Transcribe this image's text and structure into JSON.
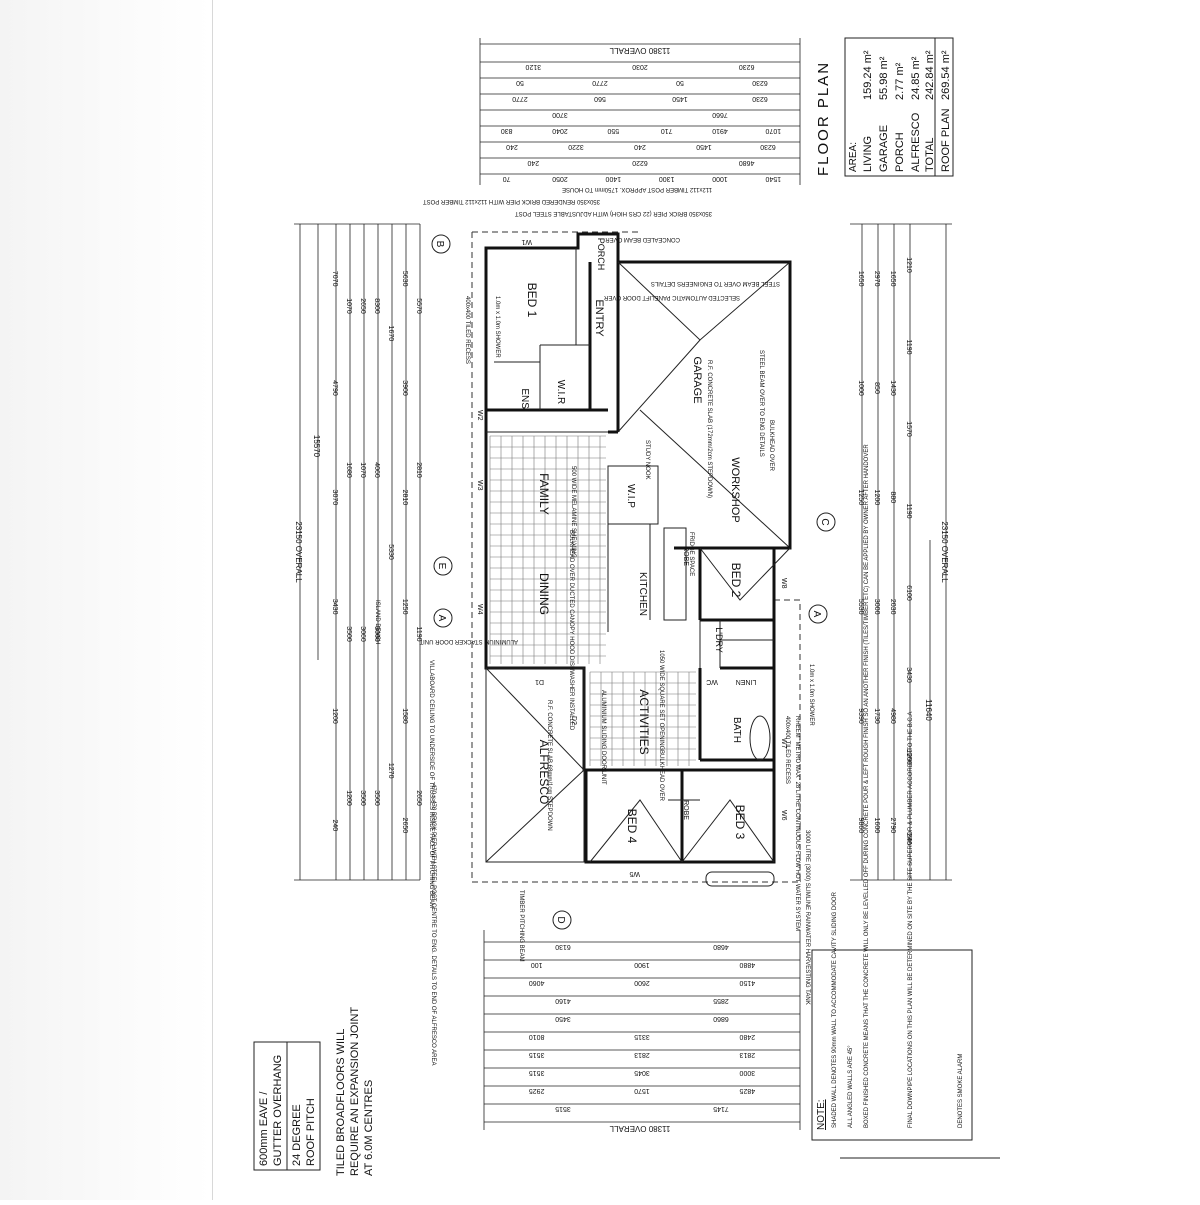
{
  "area_table": {
    "heading": "AREA:",
    "rows": [
      {
        "label": "LIVING",
        "value": "159.24 m²"
      },
      {
        "label": "GARAGE",
        "value": "55.98 m²"
      },
      {
        "label": "PORCH",
        "value": "2.77 m²"
      },
      {
        "label": "ALFRESCO",
        "value": "24.85 m²"
      },
      {
        "label": "TOTAL",
        "value": "242.84 m²"
      },
      {
        "label": "ROOF PLAN",
        "value": "269.54 m²"
      }
    ]
  },
  "plan_title": "FLOOR PLAN",
  "eave_note": {
    "line1": "600mm EAVE /",
    "line2": "GUTTER OVERHANG",
    "line3": "24 DEGREE",
    "line4": "ROOF PITCH"
  },
  "tile_note": {
    "line1": "TILED BROADFLOORS WILL",
    "line2": "REQUIRE AN EXPANSION JOINT",
    "line3": "AT 6.0M CENTRES"
  },
  "notes": {
    "heading": "NOTE:",
    "items": [
      "SHADED WALL DENOTES 90mm WALL TO ACCOMMODATE CAVITY SLIDING DOOR",
      "ALL ANGLED WALLS ARE 45°",
      "BOXED FINISHED CONCRETE MEANS THAT THE CONCRETE WILL ONLY BE LEVELLED OFF DURING CONCRETE POUR & LEFT ROUGH FINISH SO AN ANOTHER FINISH (TILES/TIMBER ETC) CAN BE APPLIED BY OWNER AFTER HANDOVER",
      "FINAL DOWNPIPE LOCATIONS ON THIS PLAN WILL BE DETERMINED ON SITE BY THE SITE SUPERVISOR & PLUMBER ACCORDING TO THE B.C.A",
      "DENOTES SMOKE ALARM"
    ]
  },
  "rooms": {
    "bed1": "BED 1",
    "entry": "ENTRY",
    "porch": "PORCH",
    "ens": "ENS.",
    "wir": "W.I.R",
    "garage": "GARAGE",
    "workshop": "WORKSHOP",
    "family": "FAMILY",
    "dining": "DINING",
    "kitchen": "KITCHEN",
    "wip": "W.I.P",
    "bed2": "BED 2",
    "ldry": "L'DRY",
    "activities": "ACTIVITIES",
    "bath": "BATH",
    "alfresco": "ALFRESCO",
    "bed4": "BED 4",
    "bed3": "BED 3",
    "robe": "ROBE",
    "linen": "LINEN",
    "wc": "WC"
  },
  "annotations": {
    "garage_slab": "R.F. CONCRETE SLAB (172mm/2cm STEPDOWN)",
    "alfresco_slab": "R.F. CONCRETE SLAB 68mm/1cm STEPDOWN",
    "steel_beam_top": "STEEL BEAM OVER TO ENGINEERS DETAILS",
    "steel_beam_garage": "STEEL BEAM OVER TO ENG DETAILS",
    "bulkhead_garage": "BULKHEAD OVER",
    "panelift": "SELECTED AUTOMATIC PANELIFT DOOR OVER",
    "concealed_beam": "CONCEALED BEAM OVER",
    "timber_post": "112x112 TIMBER POST APPROX. 1750mm TO HOUSE",
    "brick_pier_top": "350x350 BRICK PIER (22 CRS HIGH) WITH ADJUSTABLE STEEL POST",
    "rendered_pier": "350x350 RENDERED BRICK PIER WITH 112x112 TIMBER POST",
    "tiled_recess_top": "400x400 TILED RECESS",
    "shower_top": "1.0m x 1.0m SHOWER",
    "study_nook": "STUDY NOOK",
    "melamine_shelving": "500 WIDE MELAMINE SHELVING",
    "kitchen_appliances": "BULKHEAD OVER DUCTED CANOPY HOOD DISHWASHER INSTALLED",
    "fridge_space": "FRIDGE SPACE",
    "sliding_stacker": "ALUMINIUM STACKER DOOR UNIT",
    "island_bench": "ISLAND BENCH",
    "villaboard": "VILLABOARD CEILING TO UNDERSIDE OF TRUSSES INSIDE FACE OF PITCHING BEAM",
    "brick_pier_alfresco": "470 x 470 BRICK PIER WITH STEEL POST CENTRE TO ENG. DETAILS TO END OF ALFRESCO AREA",
    "sliding_door": "ALUMINIUM SLIDING DOOR UNIT",
    "bulkhead_activities": "BULKHEAD OVER",
    "hot_water": "RHEEM \"METRO MAX\" 28 LITRE CONTINUOUS FLOW HOT WATER SYSTEM",
    "tiled_recess_bath": "400x400 TILED RECESS",
    "shower_bath": "1.0m x 1.0m SHOWER",
    "water_tank": "3000 LITRE (3000) SLIMLINE RAINWATER HARVESTING TANK",
    "timber_pitching_beam": "TIMBER PITCHING BEAM",
    "wide_opening": "1050 WIDE SQUARE SET OPENING"
  },
  "grid_markers": [
    "A",
    "B",
    "C",
    "D",
    "E",
    "A"
  ],
  "windows": [
    "W1",
    "W2",
    "W3",
    "W4",
    "D1",
    "D2",
    "W5",
    "W6",
    "W7",
    "W8"
  ],
  "dimensions": {
    "top_overall": "11380 OVERALL",
    "bottom_overall": "11380 OVERALL",
    "left_overall": "23150 OVERALL",
    "right_overall": "23150 OVERALL",
    "left_sub": "15570",
    "right_sub": "11640",
    "top_rows": [
      [
        "6230",
        "2030",
        "3120"
      ],
      [
        "6230",
        "50",
        "2770",
        "50"
      ],
      [
        "6230",
        "1450",
        "560",
        "2770"
      ],
      [
        "7660",
        "3700"
      ],
      [
        "1070",
        "4910",
        "710",
        "550",
        "2040",
        "830"
      ],
      [
        "6230",
        "1450",
        "240",
        "3220",
        "240"
      ],
      [
        "4680",
        "6220",
        "240"
      ],
      [
        "1540",
        "1000",
        "1300",
        "1400",
        "2050",
        "70"
      ]
    ],
    "bottom_rows": [
      [
        "4680",
        "6130"
      ],
      [
        "4880",
        "1900",
        "100"
      ],
      [
        "4150",
        "2600",
        "4060"
      ],
      [
        "2855",
        "4160"
      ],
      [
        "6860",
        "3450"
      ],
      [
        "2480",
        "3315",
        "8010"
      ],
      [
        "2813",
        "2813",
        "3515"
      ],
      [
        "3000",
        "3045",
        "3515"
      ],
      [
        "4825",
        "1570",
        "2925"
      ],
      [
        "7145",
        "3515"
      ]
    ],
    "left_cols": [
      [
        "240",
        "1200",
        "3430",
        "3070",
        "4790",
        "7070"
      ],
      [
        "1200",
        "3500",
        "1680",
        "1070"
      ],
      [
        "3500",
        "3060",
        "1070",
        "2650"
      ],
      [
        "3500",
        "3000",
        "4060",
        "8300"
      ],
      [
        "1270",
        "5330",
        "1670"
      ],
      [
        "2650",
        "1580",
        "1250",
        "2810",
        "3900",
        "5630"
      ],
      [
        "2650",
        "1190",
        "2810",
        "5570"
      ]
    ],
    "right_cols": [
      [
        "1650",
        "1000",
        "1250",
        "5530",
        "9390",
        "9860"
      ],
      [
        "2970",
        "850",
        "1200",
        "3000",
        "1730",
        "1600"
      ],
      [
        "1650",
        "1430",
        "880",
        "2030",
        "4980",
        "2790"
      ],
      [
        "1210",
        "1190",
        "1570",
        "1190",
        "6100",
        "3430",
        "1200",
        "240"
      ]
    ]
  }
}
